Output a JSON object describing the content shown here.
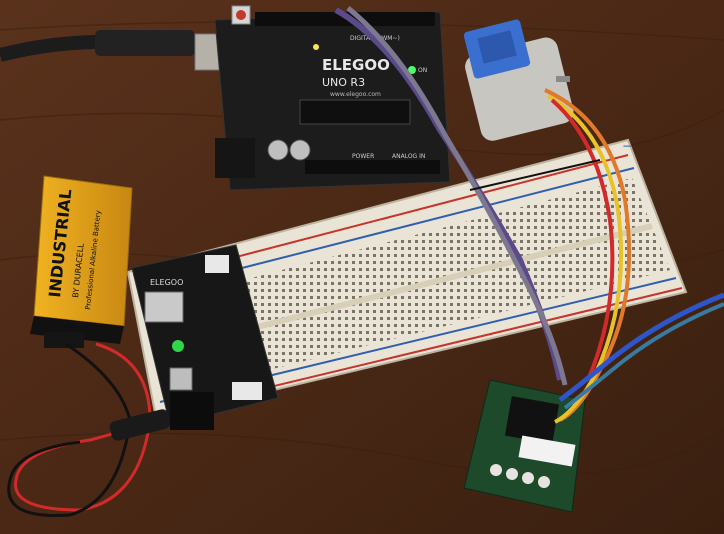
{
  "scene": {
    "description_visible_text": {
      "arduino_brand": "ELEGOO",
      "arduino_model": "UNO R3",
      "arduino_url": "www.elegoo.com",
      "arduino_header_digital": "DIGITAL (PWM~)",
      "arduino_header_power": "POWER",
      "arduino_header_analog": "ANALOG IN",
      "arduino_on_label": "ON",
      "battery_brand": "INDUSTRIAL",
      "battery_sub": "BY DURACELL",
      "battery_type": "Professional Alkaline Battery",
      "power_module_brand": "ELEGOO",
      "breadboard_plus": "+",
      "breadboard_minus": "−"
    },
    "colors": {
      "table": "#4a2a18",
      "breadboard": "#eae4d6",
      "rail_red": "#c8342c",
      "rail_blue": "#2f5fae",
      "board_black": "#1a1a1a",
      "battery_yellow": "#e0a51c",
      "motor_blue": "#3a6fd0",
      "wire_purple": "#5a4a8a",
      "wire_orange": "#e07a2a",
      "wire_red": "#d22a2a",
      "wire_blue": "#2e56c8"
    }
  }
}
